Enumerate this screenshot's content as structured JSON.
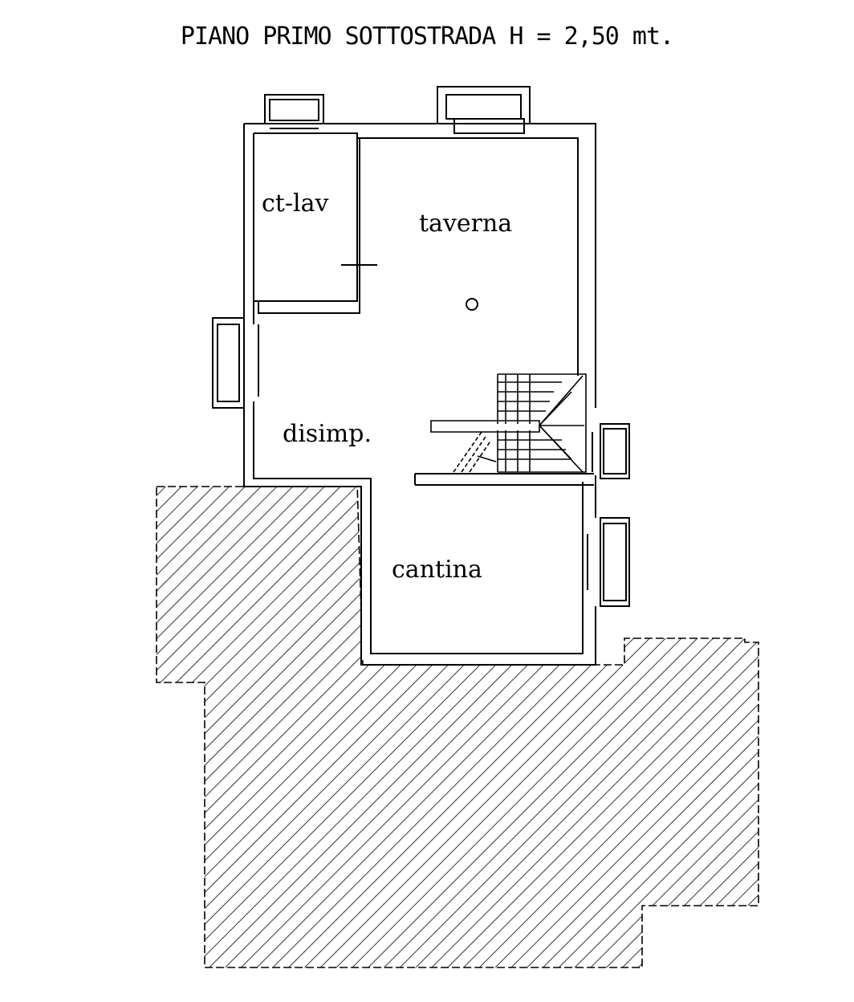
{
  "title": "PIANO PRIMO SOTTOSTRADA H = 2,50 mt.",
  "rooms": {
    "ct_lav": "ct-lav",
    "taverna": "taverna",
    "disimp": "disimp.",
    "cantina": "cantina"
  },
  "colors": {
    "line": "#000000",
    "background": "#ffffff"
  }
}
